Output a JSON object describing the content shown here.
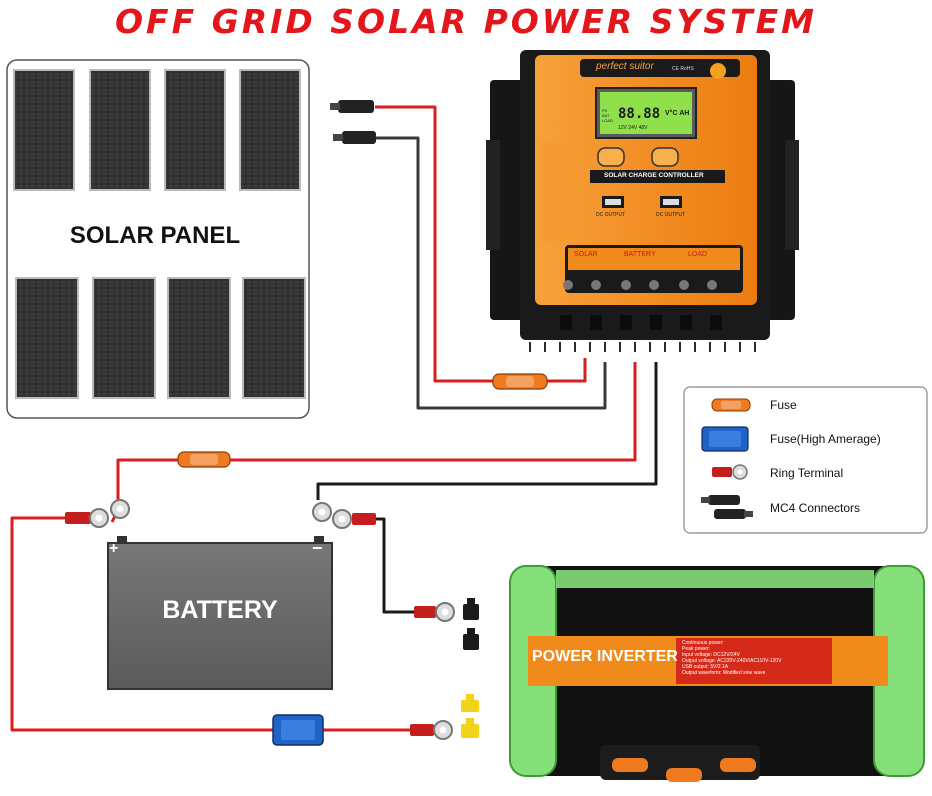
{
  "title": "OFF GRID SOLAR POWER SYSTEM",
  "solar_panel": {
    "label": "SOLAR PANEL",
    "panel_count": 8
  },
  "controller": {
    "brand": "perfect suitor",
    "cert": "CE RoHS",
    "title": "SOLAR CHARGE CONTROLLER",
    "display_digits": "88.88",
    "display_units": "V°C AH",
    "display_row_labels": [
      "PV",
      "BAT",
      "LOAD"
    ],
    "voltage_row": "12V 24V 48V",
    "usb_label": "DC OUTPUT",
    "terminal_labels": [
      "SOLAR",
      "BATTERY",
      "LOAD"
    ],
    "colors": {
      "body": "#f28a1a",
      "frame": "#161616",
      "lcd": "#7fe04a"
    }
  },
  "battery": {
    "label": "BATTERY",
    "plus": "+",
    "minus": "−"
  },
  "inverter": {
    "label": "POWER INVERTER",
    "spec_title": "Continuous power:",
    "spec_lines": [
      "Peak power:",
      "Input voltage: DC12V/24V",
      "Output voltage: AC220V-240V/AC110V-120V",
      "USB output: 5V/2.1A",
      "Output waveform: Modified sine wave"
    ],
    "colors": {
      "frame": "#86e07a",
      "body": "#111111",
      "band": "#f08a1a"
    }
  },
  "legend": {
    "items": [
      {
        "label": "Fuse",
        "icon": "fuse-icon"
      },
      {
        "label": "Fuse(High Amerage)",
        "icon": "high-amp-fuse-icon"
      },
      {
        "label": "Ring Terminal",
        "icon": "ring-terminal-icon"
      },
      {
        "label": "MC4 Connectors",
        "icon": "mc4-connector-icon"
      }
    ]
  },
  "wire_colors": {
    "positive": "#d81e1e",
    "negative": "#1a1a1a",
    "fuse": "#f07a20",
    "high_amp_fuse": "#1f62c8"
  }
}
